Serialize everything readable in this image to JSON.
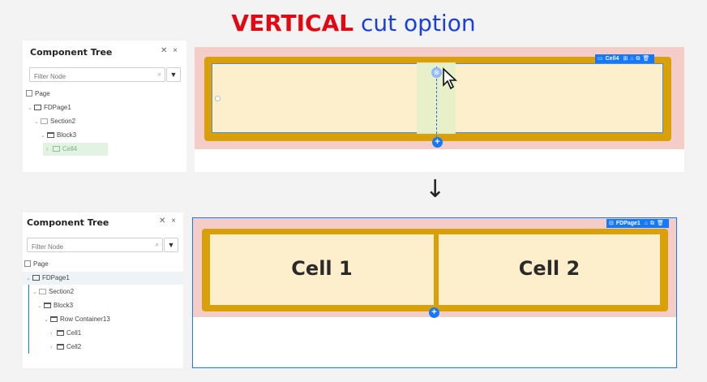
{
  "heading": {
    "keyword": "VERTICAL",
    "rest": "cut option"
  },
  "before": {
    "tree": {
      "title": "Component Tree",
      "pin_icon": "pin-icon",
      "close_icon": "close-icon",
      "filter_placeholder": "Filter Node",
      "nodes": [
        "Page",
        "FDPage1",
        "Section2",
        "Block3",
        "Cell4"
      ]
    },
    "toolbar": {
      "label": "Cell4"
    }
  },
  "after": {
    "tree": {
      "title": "Component Tree",
      "filter_placeholder": "Filter Node",
      "nodes": [
        "Page",
        "FDPage1",
        "Section2",
        "Block3",
        "Row Container13",
        "Cell1",
        "Cell2"
      ]
    },
    "toolbar": {
      "label": "FDPage1"
    },
    "cells": [
      "Cell 1",
      "Cell 2"
    ]
  },
  "colors": {
    "accent": "#1677ff",
    "frame": "#daa00a",
    "cell": "#fdefcb",
    "zone": "#f4cdc8",
    "keyword": "#e30613",
    "title": "#1a3fe0"
  }
}
